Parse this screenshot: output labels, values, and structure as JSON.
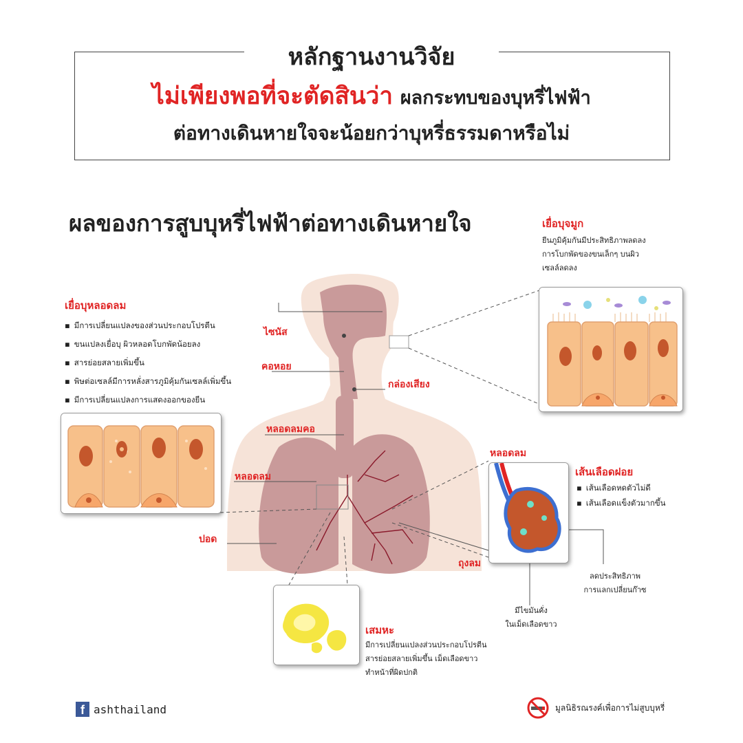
{
  "header": {
    "title": "หลักฐานงานวิจัย",
    "line2_red": "ไม่เพียงพอที่จะตัดสินว่า",
    "line2_black": "ผลกระทบของบุหรี่ไฟฟ้า",
    "line3": "ต่อทางเดินหายใจจะน้อยกว่าบุหรี่ธรรมดาหรือไม่"
  },
  "subtitle": "ผลของการสูบบุหรี่ไฟฟ้าต่อทางเดินหายใจ",
  "bronchial_epithelium": {
    "title": "เยื่อบุหลอดลม",
    "items": [
      "มีการเปลี่ยนแปลงของส่วนประกอบโปรตีน",
      "ขนแปลงเยื่อบุ ผิวหลอดโบกพัดน้อยลง",
      "สารย่อยสลายเพิ่มขึ้น",
      "พิษต่อเซลล์มีการหลั่งสารภูมิคุ้มกันเซลล์เพิ่มขึ้น",
      "มีการเปลี่ยนแปลงการแสดงออกของยีน"
    ]
  },
  "nasal_epithelium": {
    "title": "เยื่อบุจมูก",
    "lines": [
      "ยีนภูมิคุ้มกันมีประสิทธิภาพลดลง",
      "การโบกพัดของขนเล็กๆ บนผิว",
      "เซลล์ลดลง"
    ]
  },
  "anatomy_labels": {
    "sinus": "ไซนัส",
    "throat": "คอหอย",
    "larynx": "กล่องเสียง",
    "trachea": "หลอดลมคอ",
    "bronchus_left": "หลอดลม",
    "lung": "ปอด",
    "bronchus_right": "หลอดลม",
    "alveoli": "ถุงลม"
  },
  "capillaries": {
    "title": "เส้นเลือดฝอย",
    "items": [
      "เส้นเลือดหดตัวไม่ดี",
      "เส้นเลือดแข็งตัวมากขึ้น"
    ]
  },
  "gas_exchange": [
    "ลดประสิทธิภาพ",
    "การแลกเปลี่ยนก๊าซ"
  ],
  "white_cells": [
    "มีไขมันคั่ง",
    "ในเม็ดเลือดขาว"
  ],
  "sputum": {
    "title": "เสมหะ",
    "lines": [
      "มีการเปลี่ยนแปลงส่วนประกอบโปรตีน",
      "สารย่อยสลายเพิ่มขึ้น เม็ดเลือดขาว",
      "ทำหน้าที่ผิดปกติ"
    ]
  },
  "footer": {
    "facebook_letter": "f",
    "facebook": "ashthailand",
    "foundation": "มูลนิธิรณรงค์เพื่อการไม่สูบบุหรี่"
  },
  "colors": {
    "accent_red": "#e02424",
    "body_skin": "#f6e3d8",
    "organ": "#c99a9a",
    "cell_fill": "#f7c08a",
    "cell_nucleus": "#c4572c"
  },
  "icons": [
    "facebook-icon",
    "no-smoking-icon"
  ]
}
